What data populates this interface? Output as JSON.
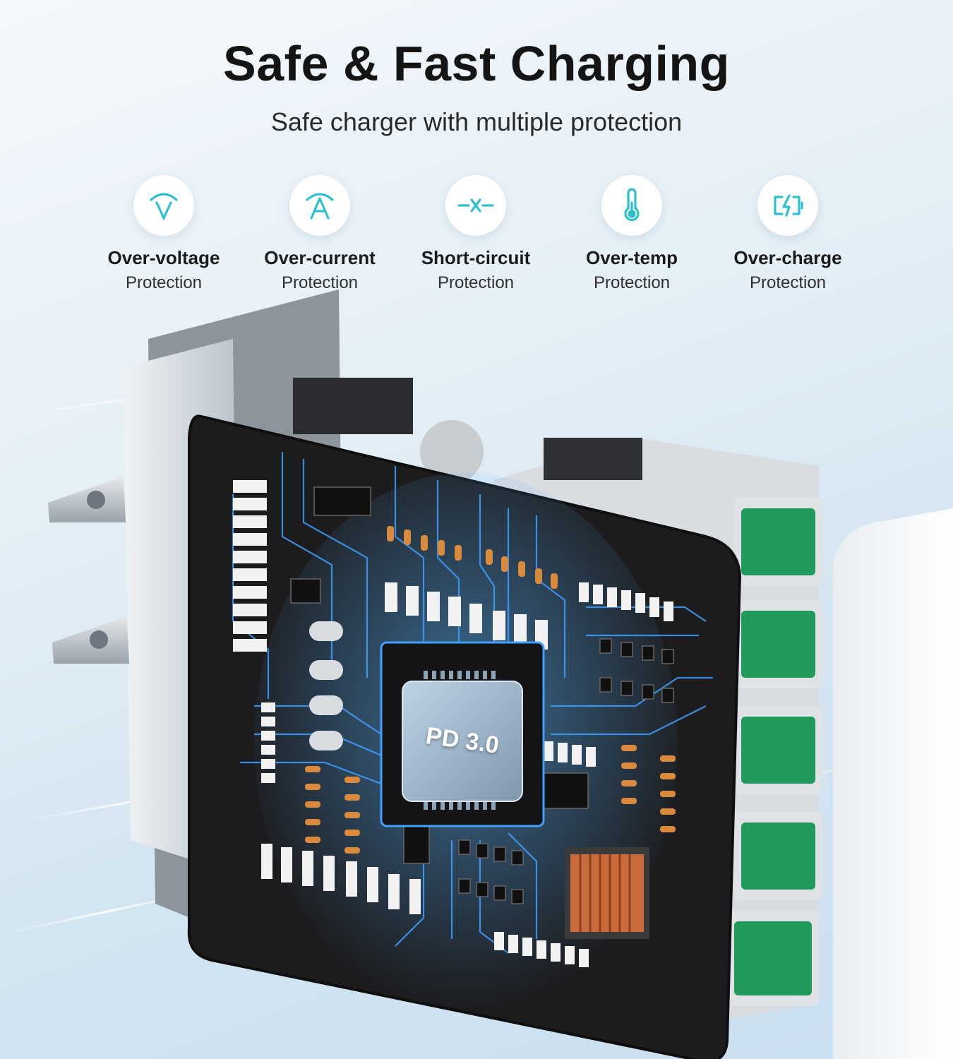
{
  "header": {
    "title": "Safe & Fast Charging",
    "subtitle": "Safe charger with multiple protection"
  },
  "features": [
    {
      "name": "Over-voltage",
      "sub": "Protection",
      "icon": "voltage-icon"
    },
    {
      "name": "Over-current",
      "sub": "Protection",
      "icon": "current-icon"
    },
    {
      "name": "Short-circuit",
      "sub": "Protection",
      "icon": "short-circuit-icon"
    },
    {
      "name": "Over-temp",
      "sub": "Protection",
      "icon": "thermometer-icon"
    },
    {
      "name": "Over-charge",
      "sub": "Protection",
      "icon": "battery-charging-icon"
    }
  ],
  "chip": {
    "label": "PD 3.0"
  },
  "colors": {
    "accent": "#2cc0d0",
    "board": "#1c1c1e",
    "trace": "#3fa0ff",
    "port": "#1f9a5c"
  }
}
